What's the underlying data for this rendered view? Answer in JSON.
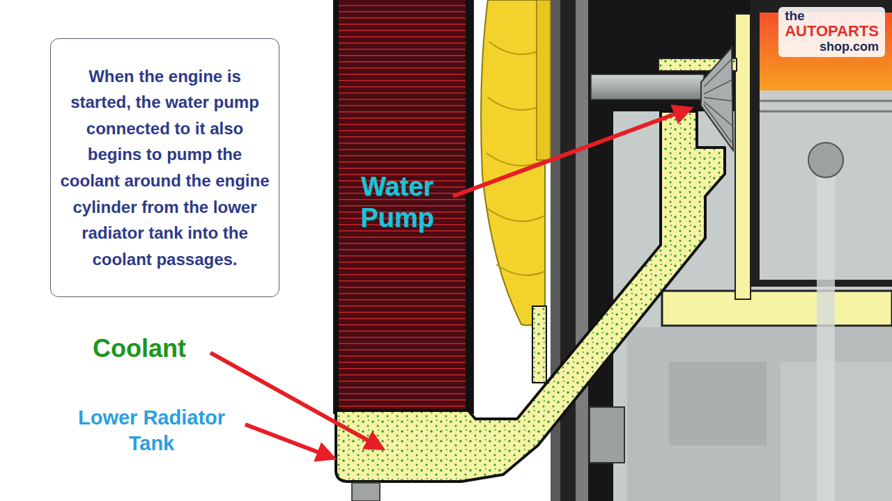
{
  "diagram": {
    "nodes": [
      {
        "text": [
          "When the engine is started, the water pump connected to it also begins to pump the coolant around the engine cylinder from the lower radiator tank into the coolant passages."
        ]
      },
      {
        "text": [
          "the",
          "AUTOPARTS",
          "shop.com"
        ]
      }
    ],
    "labels": [
      "Water Pump",
      "Coolant",
      "Lower Radiator Tank"
    ]
  }
}
